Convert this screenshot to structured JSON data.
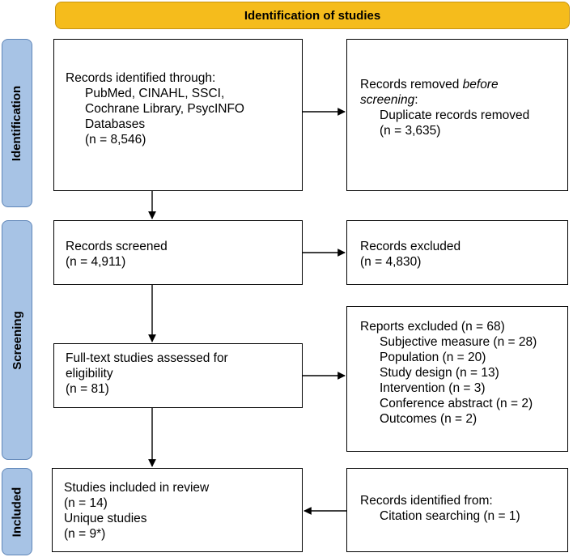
{
  "header": {
    "title": "Identification of studies"
  },
  "phases": {
    "identification": "Identification",
    "screening": "Screening",
    "included": "Included"
  },
  "boxes": {
    "records_identified": {
      "title": "Records identified through:",
      "sources_line1": "PubMed, CINAHL, SSCI,",
      "sources_line2": "Cochrane Library, PsycINFO",
      "sources_line3": "Databases",
      "count": "(n = 8,546)"
    },
    "records_removed": {
      "title_prefix": "Records removed ",
      "title_italic": "before",
      "title_line2": "screening",
      "title_colon": ":",
      "item": "Duplicate records removed",
      "count": "(n = 3,635)"
    },
    "records_screened": {
      "title": "Records screened",
      "count": "(n = 4,911)"
    },
    "records_excluded": {
      "title": "Records excluded",
      "count": "(n = 4,830)"
    },
    "fulltext_assessed": {
      "line1": "Full-text studies assessed for",
      "line2": "eligibility",
      "count": "(n = 81)"
    },
    "reports_excluded": {
      "title": "Reports excluded (n = 68)",
      "reasons": [
        "Subjective measure (n = 28)",
        "Population (n = 20)",
        "Study design (n = 13)",
        "Intervention (n = 3)",
        "Conference abstract (n = 2)",
        "Outcomes (n = 2)"
      ]
    },
    "studies_included": {
      "line1": "Studies included in review",
      "line2": "(n = 14)",
      "line3": "Unique studies",
      "line4": "(n = 9*)"
    },
    "other_sources": {
      "title": "Records identified from:",
      "item": "Citation searching (n = 1)"
    }
  },
  "colors": {
    "header_fill": "#f5bc1c",
    "phase_fill": "#a7c3e5",
    "phase_border": "#5f86b8",
    "box_border": "#000000"
  }
}
